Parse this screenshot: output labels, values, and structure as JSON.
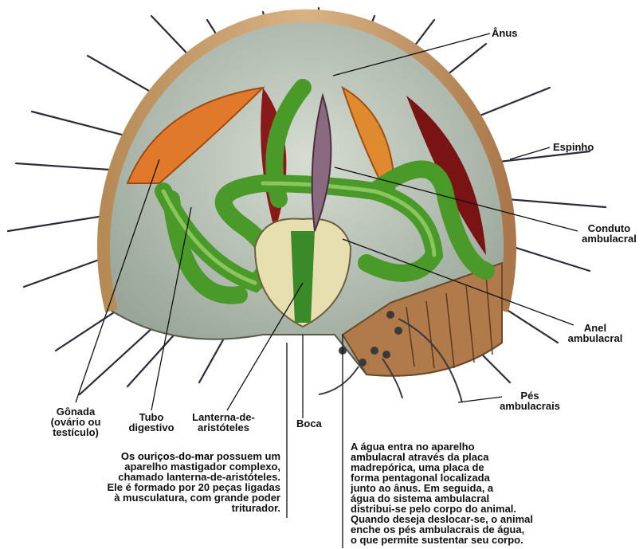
{
  "labels": {
    "anus": "Ânus",
    "espinho": "Espinho",
    "conduto_1": "Conduto",
    "conduto_2": "ambulacral",
    "anel_1": "Anel",
    "anel_2": "ambulacral",
    "pes_1": "Pés",
    "pes_2": "ambulacrais",
    "gonada_1": "Gônada",
    "gonada_2": "(ovário ou",
    "gonada_3": "testículo)",
    "tubo_1": "Tubo",
    "tubo_2": "digestivo",
    "lanterna_1": "Lanterna-de-",
    "lanterna_2": "aristóteles",
    "boca": "Boca"
  },
  "left_text": {
    "highlight": "Os ouriços-do-mar",
    "l1": " possuem um",
    "l2": "aparelho mastigador complexo,",
    "l3": "chamado lanterna-de-aristóteles.",
    "l4": "Ele é formado por 20 peças ligadas",
    "l5": "à musculatura, com grande poder",
    "l6": "triturador."
  },
  "right_text": {
    "h1": "A água entra no aparelho",
    "h2": "ambulacral",
    "l2": " através da placa",
    "l3": "madrepórica, uma placa de",
    "l4": "forma pentagonal localizada",
    "l5": "junto ao ânus. Em seguida, a",
    "l6": "água do sistema ambulacral",
    "l7": "distribui-se pelo corpo do animal.",
    "l8": "Quando deseja deslocar-se, o animal",
    "l9": "enche os pés ambulacrais de água,",
    "l10": "o que permite sustentar seu corpo."
  }
}
